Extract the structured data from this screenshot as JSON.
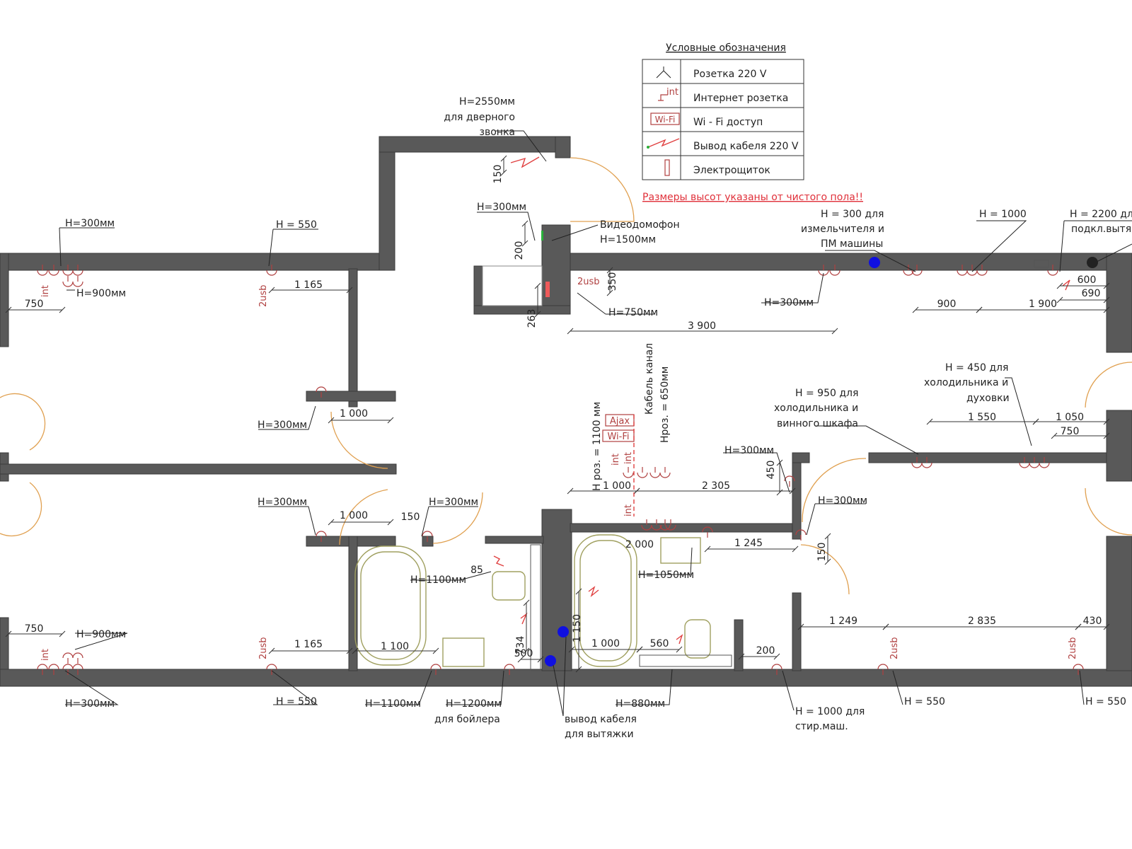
{
  "legend": {
    "title": "Условные обозначения",
    "rows": [
      {
        "icon": "socket-220-icon",
        "label": "Розетка 220 V"
      },
      {
        "icon": "internet-socket-icon",
        "icon_text": "int",
        "label": "Интернет розетка"
      },
      {
        "icon": "wifi-icon",
        "icon_text": "Wi-Fi",
        "label": "Wi - Fi доступ"
      },
      {
        "icon": "cable-outlet-icon",
        "label": "Вывод кабеля 220 V"
      },
      {
        "icon": "electric-panel-icon",
        "label": "Электрощиток"
      }
    ],
    "note": "Размеры высот указаны от чистого пола!!"
  },
  "labels": {
    "doorbell": [
      "H=2550мм",
      "для дверного",
      "звонка"
    ],
    "h300_entry": "H=300мм",
    "intercom": [
      "Видеодомофон",
      "H=1500мм"
    ],
    "h750": "H=750мм",
    "h300_nw": "H=300мм",
    "h900_nw": "H=900мм",
    "h550_nw": "H = 550",
    "h300_door1": "H=300мм",
    "h300_door2": "H=300мм",
    "h300_bath": "H=300мм",
    "h1100_bath": "H=1100мм",
    "h900_sw": "H=900мм",
    "h300_sw": "H=300мм",
    "h550_sw": "H = 550",
    "h1100_bottom": "H=1100мм",
    "boiler": [
      "H=1200мм",
      "для бойлера"
    ],
    "hood": [
      "вывод кабеля",
      "для вытяжки"
    ],
    "h880": "H=880мм",
    "h1050": "H=1050мм",
    "washer": [
      "H = 1000 для",
      "стир.маш."
    ],
    "h550_se1": "H = 550",
    "h550_se2": "H = 550",
    "dishwasher": [
      "H = 300 для",
      "измельчителя и",
      "ПМ машины"
    ],
    "h1000_top": "H = 1000",
    "hood_top": [
      "H = 2200 дл",
      "подкл.вытяж"
    ],
    "h300_kitchen": "H=300мм",
    "fridge_wine": [
      "H = 950 для",
      "холодильника и",
      "винного шкафа"
    ],
    "fridge_oven": [
      "H = 450 для",
      "холодильника и",
      "духовки"
    ],
    "h300_hall1": "H=300мм",
    "h300_hall2": "H=300мм",
    "ajax": "Ajax",
    "wifi": "Wi-Fi",
    "int": "int",
    "usb2": "2usb",
    "h_roz": "H роз. = 1100 мм",
    "cable_channel": "Кабель канал",
    "h_roz2": "Hроз. = 650мм"
  },
  "dims": {
    "d750a": "750",
    "d1165a": "1 165",
    "d1000a": "1 000",
    "d1000b": "1 000",
    "d150a": "150",
    "d750b": "750",
    "d1165b": "1 165",
    "d1100": "1 100",
    "d85": "85",
    "d734": "734",
    "d500": "500",
    "d1150": "1 150",
    "d1000c": "1 000",
    "d560": "560",
    "d200a": "200",
    "d2000": "2 000",
    "d1245": "1 245",
    "d150b": "150",
    "d1249": "1 249",
    "d2835": "2 835",
    "d430": "430",
    "d1000d": "1 000",
    "d2305": "2 305",
    "d450": "450",
    "d1550": "1 550",
    "d1050": "1 050",
    "d750c": "750",
    "d3900": "3 900",
    "d900": "900",
    "d1900": "1 900",
    "d600": "600",
    "d690": "690",
    "d350": "350",
    "d263": "263",
    "d200b": "200",
    "d150c": "150"
  },
  "colors": {
    "wall": "#595959",
    "note": "#e0303a",
    "socket": "#b04040",
    "door": "#e0a050",
    "marker": "#1010e0"
  }
}
